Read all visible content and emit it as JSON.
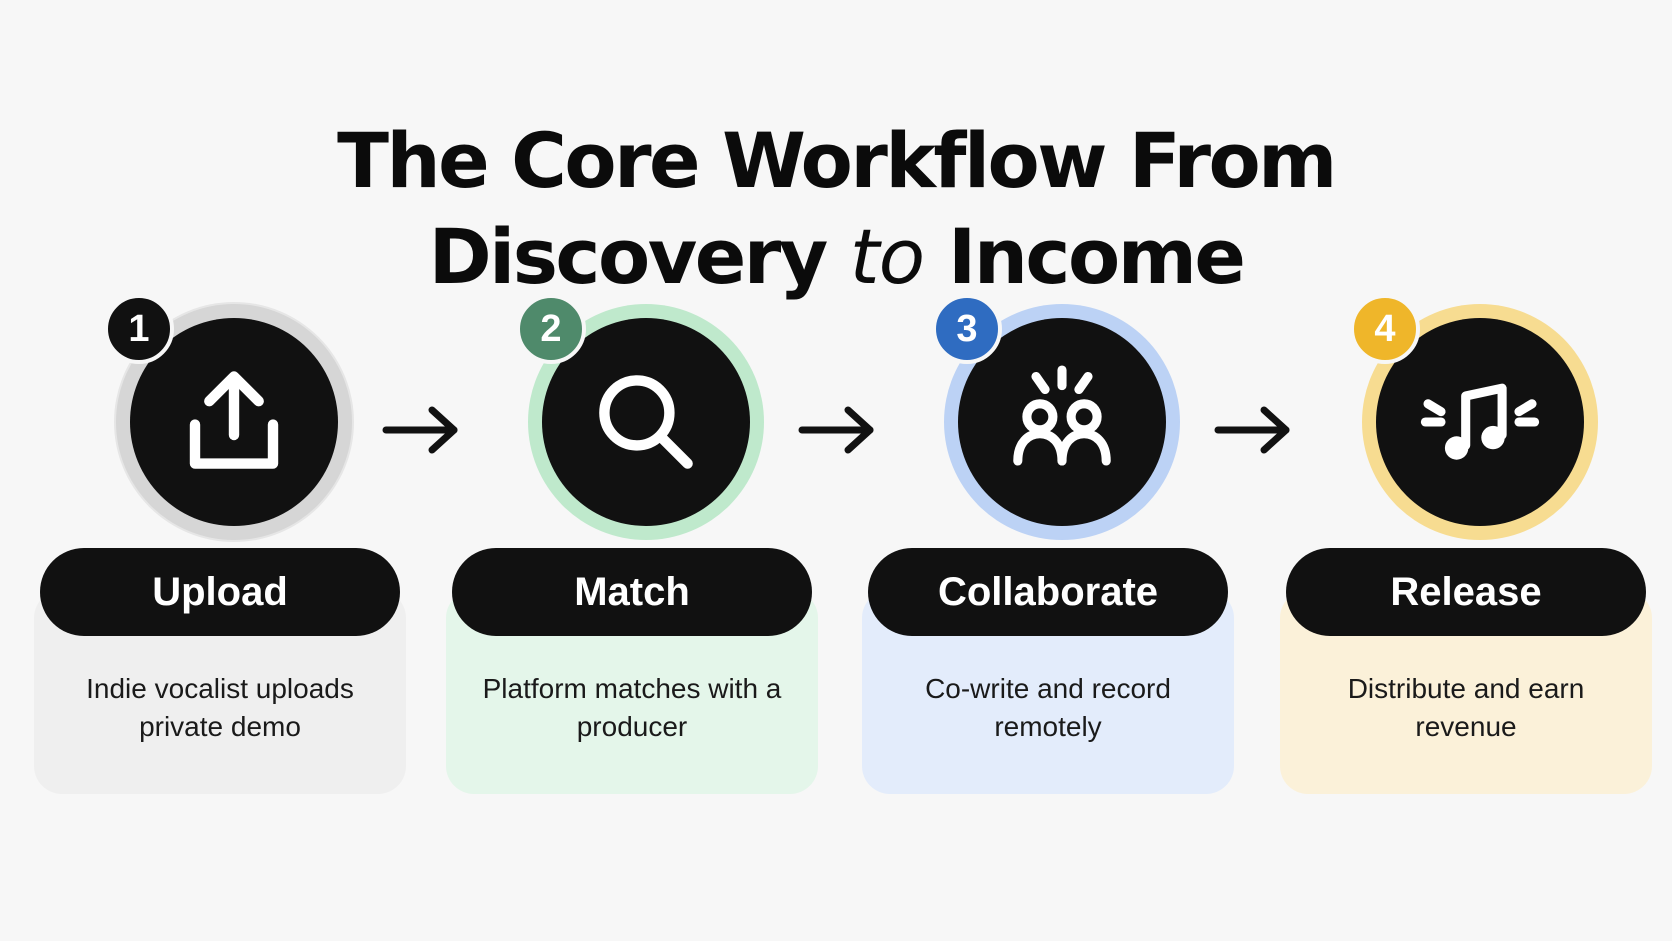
{
  "title": {
    "line1": "The Core Workflow From",
    "line2_part1": "Discovery",
    "line2_connector": "to",
    "line2_part2": "Income"
  },
  "steps": [
    {
      "number": "1",
      "label": "Upload",
      "description": "Indie vocalist uploads private demo",
      "icon": "upload-icon",
      "accent": "#111111"
    },
    {
      "number": "2",
      "label": "Match",
      "description": "Platform matches with a producer",
      "icon": "search-icon",
      "accent": "#4f8a6b"
    },
    {
      "number": "3",
      "label": "Collaborate",
      "description": "Co-write and record remotely",
      "icon": "people-icon",
      "accent": "#2f6cc1"
    },
    {
      "number": "4",
      "label": "Release",
      "description": "Distribute and earn revenue",
      "icon": "music-note-icon",
      "accent": "#efb62a"
    }
  ]
}
